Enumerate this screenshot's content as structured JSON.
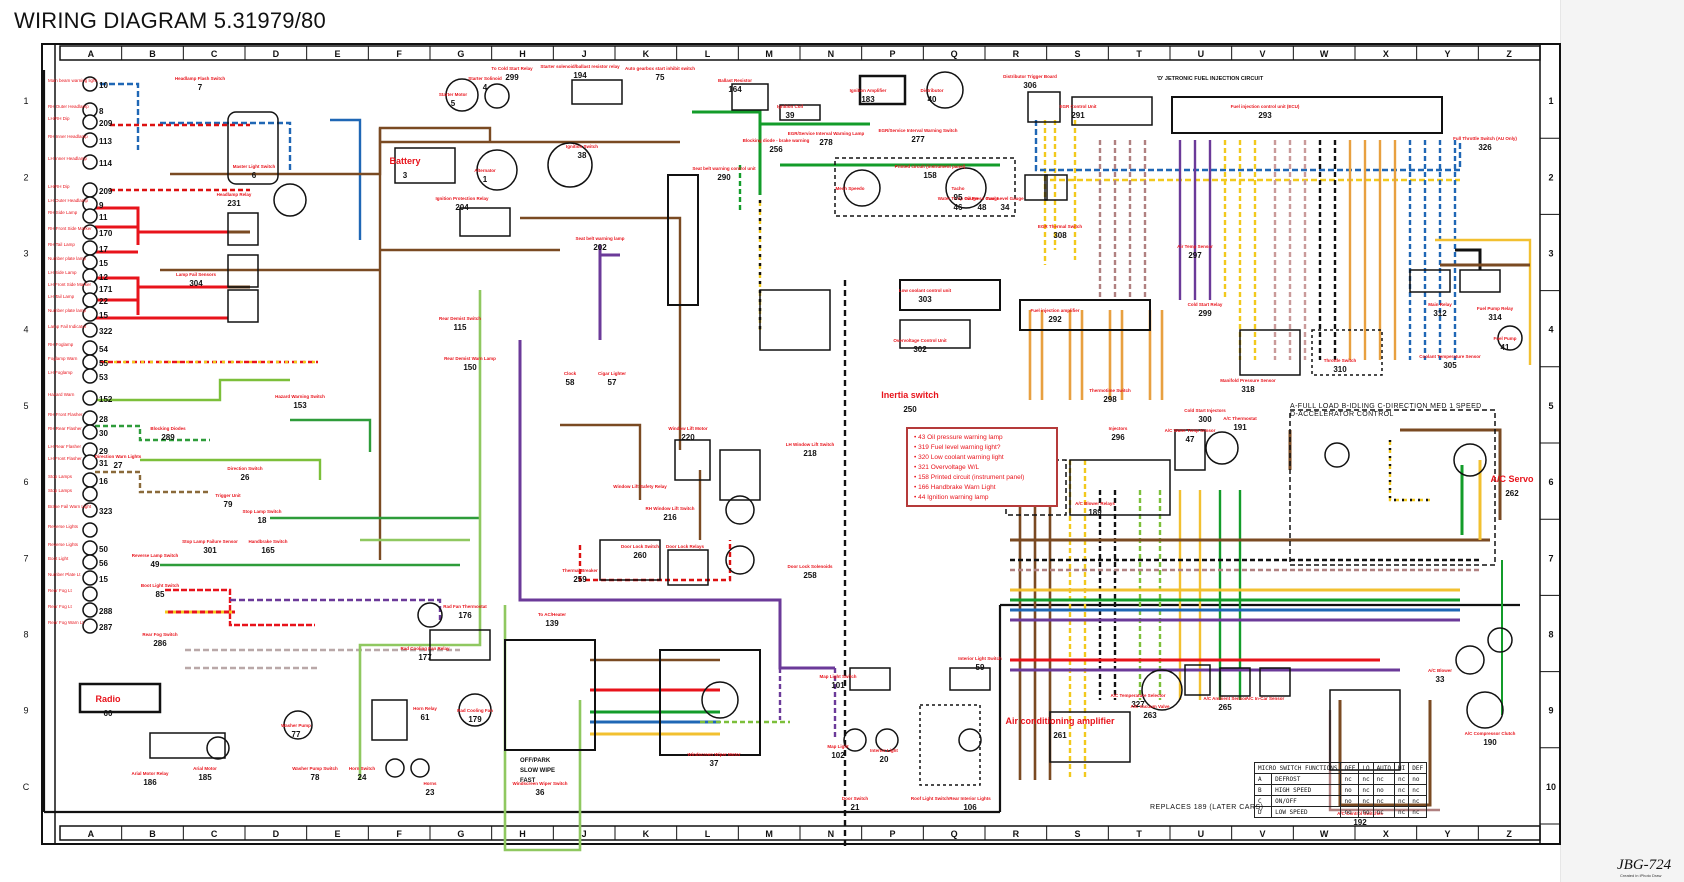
{
  "title": "WIRING DIAGRAM 5.31979/80",
  "grid": {
    "columns": [
      "A",
      "B",
      "C",
      "D",
      "E",
      "F",
      "G",
      "H",
      "J",
      "K",
      "L",
      "M",
      "N",
      "P",
      "Q",
      "R",
      "S",
      "T",
      "U",
      "V",
      "W",
      "X",
      "Y",
      "Z"
    ],
    "rows": [
      "1",
      "2",
      "3",
      "4",
      "5",
      "6",
      "7",
      "8",
      "9",
      "C"
    ],
    "right_rows": [
      "1",
      "2",
      "3",
      "4",
      "5",
      "6",
      "7",
      "8",
      "9",
      "10"
    ]
  },
  "fuel_injection_header": "'D' JETRONIC FUEL INJECTION CIRCUIT",
  "components": {
    "left_lamps": [
      {
        "label": "Main beam warning light",
        "num": "10"
      },
      {
        "label": "RH Outer Headlamp",
        "num": "8"
      },
      {
        "label": "LH/RH Dip",
        "num": "209"
      },
      {
        "label": "RH Inner Headlamp",
        "num": "113"
      },
      {
        "label": "LH Inner Headlamp",
        "num": "114"
      },
      {
        "label": "LH/RH Dip",
        "num": "209"
      },
      {
        "label": "LH Outer Headlamp",
        "num": "9"
      },
      {
        "label": "RH Side Lamp",
        "num": "11"
      },
      {
        "label": "RH Front Side Marker",
        "num": "170"
      },
      {
        "label": "RH Tail Lamp",
        "num": "17"
      },
      {
        "label": "Number plate lamp",
        "num": "15"
      },
      {
        "label": "LH Side Lamp",
        "num": "12"
      },
      {
        "label": "LH Front Side Marker",
        "num": "171"
      },
      {
        "label": "LH Tail Lamp",
        "num": "22"
      },
      {
        "label": "Number plate lamp",
        "num": "15"
      },
      {
        "label": "Lamp Fail Indicator",
        "num": "322"
      },
      {
        "label": "RH Foglamp",
        "num": "54"
      },
      {
        "label": "Foglamp Warn",
        "num": "55"
      },
      {
        "label": "LH Foglamp",
        "num": "53"
      },
      {
        "label": "Hazard Warn",
        "num": "152"
      },
      {
        "label": "RH Front Flasher",
        "num": "28"
      },
      {
        "label": "RH Rear Flasher",
        "num": "30"
      },
      {
        "label": "LH Rear Flasher",
        "num": "29"
      },
      {
        "label": "LH Front Flasher",
        "num": "31"
      },
      {
        "label": "Stop Lamps",
        "num": "16"
      },
      {
        "label": "Stop Lamps",
        "num": ""
      },
      {
        "label": "Brake Fail Warn Light",
        "num": "323"
      },
      {
        "label": "Reverse Lights",
        "num": ""
      },
      {
        "label": "Reverse Lights",
        "num": "50"
      },
      {
        "label": "Boot Light",
        "num": "56"
      },
      {
        "label": "Number Plate Lt",
        "num": "15"
      },
      {
        "label": "Rear Fog Lt",
        "num": ""
      },
      {
        "label": "Rear Fog Lt",
        "num": "288"
      },
      {
        "label": "Rear Fog Warn Lt",
        "num": "287"
      }
    ],
    "red_labels": [
      {
        "text": "Headlamp Flash Switch",
        "num": "7"
      },
      {
        "text": "Headlamp Relay",
        "num": "231"
      },
      {
        "text": "Master Light Switch",
        "num": "6"
      },
      {
        "text": "Lamp Fail Sensors",
        "num": "304"
      },
      {
        "text": "Starter Motor",
        "num": "5"
      },
      {
        "text": "Starter Solinoid",
        "num": "4"
      },
      {
        "text": "Battery",
        "num": "3"
      },
      {
        "text": "Alternator",
        "num": "1"
      },
      {
        "text": "Ignition Switch",
        "num": "38"
      },
      {
        "text": "Ignition Protection Relay",
        "num": "204"
      },
      {
        "text": "To Cold Start Relay",
        "num": "299"
      },
      {
        "text": "Starter solenoid/ballast resistor relay",
        "num": "194"
      },
      {
        "text": "Auto gearbox start inhibit switch",
        "num": "75"
      },
      {
        "text": "Ballast Resistor",
        "num": "164"
      },
      {
        "text": "Ignition Coil",
        "num": "39"
      },
      {
        "text": "Ignition Amplifier",
        "num": "183"
      },
      {
        "text": "Distributor",
        "num": "40"
      },
      {
        "text": "EGR/Service Interval Warning Lamp",
        "num": "278"
      },
      {
        "text": "EGR/Service Interval Warning Switch",
        "num": "277"
      },
      {
        "text": "Blocking diode - brake warning",
        "num": "256"
      },
      {
        "text": "Seat belt warning control unit",
        "num": "290"
      },
      {
        "text": "Printed circuit (instrument panel)",
        "num": "158"
      },
      {
        "text": "Mech Speedo",
        "num": ""
      },
      {
        "text": "Water Temp Gauge",
        "num": "46"
      },
      {
        "text": "Oil Press Gauge",
        "num": "48"
      },
      {
        "text": "Fuel Level Gauge",
        "num": "34"
      },
      {
        "text": "Tacho",
        "num": "95"
      },
      {
        "text": "Low coolant control unit",
        "num": "303"
      },
      {
        "text": "Overvoltage Control Unit",
        "num": "302"
      },
      {
        "text": "Inertia switch",
        "num": "250"
      },
      {
        "text": "Seat belt warning lamp",
        "num": "202"
      },
      {
        "text": "Clock",
        "num": "58"
      },
      {
        "text": "Cigar Lighter",
        "num": "57"
      },
      {
        "text": "Rear Demist Switch",
        "num": "115"
      },
      {
        "text": "Rear Demist Warn Lamp",
        "num": "150"
      },
      {
        "text": "Hazard Warning Switch",
        "num": "153"
      },
      {
        "text": "Direction Warn Lights",
        "num": "27"
      },
      {
        "text": "Blocking Diodes",
        "num": "289"
      },
      {
        "text": "Direction Switch",
        "num": "26"
      },
      {
        "text": "Trigger Unit",
        "num": "79"
      },
      {
        "text": "Stop Lamp Switch",
        "num": "18"
      },
      {
        "text": "Stop Lamp Failure Sensor",
        "num": "301"
      },
      {
        "text": "Handbrake Switch",
        "num": "165"
      },
      {
        "text": "Reverse Lamp Switch",
        "num": "49"
      },
      {
        "text": "Boot Light Switch",
        "num": "85"
      },
      {
        "text": "Rear Fog Switch",
        "num": "286"
      },
      {
        "text": "Radio",
        "num": "60"
      },
      {
        "text": "Arial Motor Relay",
        "num": "186"
      },
      {
        "text": "Arial Motor",
        "num": "185"
      },
      {
        "text": "Washer Pump",
        "num": "77"
      },
      {
        "text": "Washer Pump Switch",
        "num": "78"
      },
      {
        "text": "Horn Relay",
        "num": "61"
      },
      {
        "text": "Horn Switch",
        "num": "24"
      },
      {
        "text": "Horns",
        "num": "23"
      },
      {
        "text": "Rad Fan Thermostat",
        "num": "176"
      },
      {
        "text": "Rad Cooling Fan Relay",
        "num": "177"
      },
      {
        "text": "Rad Cooling Fan",
        "num": "179"
      },
      {
        "text": "To AC/Heater",
        "num": "139"
      },
      {
        "text": "Thermal Breaker",
        "num": "259"
      },
      {
        "text": "Door Lock Switch",
        "num": "260"
      },
      {
        "text": "Door Lock Relays",
        "num": ""
      },
      {
        "text": "Door Lock Solenoids",
        "num": "258"
      },
      {
        "text": "Window Lift Motor",
        "num": "220"
      },
      {
        "text": "LH Window Lift Switch",
        "num": "218"
      },
      {
        "text": "Window Lift Safety Relay",
        "num": ""
      },
      {
        "text": "RH Window Lift Switch",
        "num": "216"
      },
      {
        "text": "Windscreen Wiper Switch",
        "num": "36"
      },
      {
        "text": "Windscreen Wiper Motor",
        "num": "37"
      },
      {
        "text": "Map Light Switch",
        "num": "101"
      },
      {
        "text": "Interior Light Switch",
        "num": "59"
      },
      {
        "text": "Map Light",
        "num": "102"
      },
      {
        "text": "Interior Light",
        "num": "20"
      },
      {
        "text": "Door Switch",
        "num": "21"
      },
      {
        "text": "Roof Light Switch",
        "num": ""
      },
      {
        "text": "Rear Interior Lights",
        "num": "106"
      },
      {
        "text": "Distributor Trigger Board",
        "num": "306"
      },
      {
        "text": "EGR Control Unit",
        "num": "291"
      },
      {
        "text": "Fuel injection control unit (ECU)",
        "num": "293"
      },
      {
        "text": "Full Throttle Switch (AU Only)",
        "num": "326"
      },
      {
        "text": "Fuel injection amplifier",
        "num": "292"
      },
      {
        "text": "Thermotime Switch",
        "num": "298"
      },
      {
        "text": "Cold Start Relay",
        "num": "299"
      },
      {
        "text": "Cold Start Injectors",
        "num": "300"
      },
      {
        "text": "Manifold Pressure Sensor",
        "num": "318"
      },
      {
        "text": "Throttle Switch",
        "num": "310"
      },
      {
        "text": "Main Relay",
        "num": "312"
      },
      {
        "text": "Fuel Pump Relay",
        "num": "314"
      },
      {
        "text": "Fuel Pump",
        "num": "41"
      },
      {
        "text": "Coolant Temperature Sensor",
        "num": "305"
      },
      {
        "text": "Air Temp Sensor",
        "num": "297"
      },
      {
        "text": "EGR Thermal Switch",
        "num": "308"
      },
      {
        "text": "Injectors",
        "num": "296"
      },
      {
        "text": "A/C Water Temp Sensor",
        "num": "47"
      },
      {
        "text": "A/C Thermostat",
        "num": "191"
      },
      {
        "text": "A/C Servo",
        "num": "262"
      },
      {
        "text": "A/C Blower Relays",
        "num": "189"
      },
      {
        "text": "Air conditioning amplifier",
        "num": "261"
      },
      {
        "text": "A/C Temperature Selector",
        "num": "327"
      },
      {
        "text": "A/C Vacuum Valve",
        "num": "263"
      },
      {
        "text": "A/C Ambient Sensor",
        "num": "265"
      },
      {
        "text": "A/C In-Car Sensor",
        "num": ""
      },
      {
        "text": "A/C Blower",
        "num": "33"
      },
      {
        "text": "A/C Compressor Clutch",
        "num": "190"
      },
      {
        "text": "A/C Control Switches",
        "num": "192"
      }
    ]
  },
  "legend_note": {
    "items": [
      "43   Oil pressure warning lamp",
      "319  Fuel level warning light?",
      "320  Low coolant warning light",
      "321  Overvoltage W/L",
      "158  Printed circuit (instrument panel)",
      "166  Handbrake Warn Light",
      "44   Ignition warning lamp"
    ]
  },
  "servo_note": {
    "line1": "A-FULL LOAD  B-IDLING  C-DIRECTION   MED 1 SPEED",
    "line2": "D-ACCELERATOR CONTROL"
  },
  "wiper_switch_positions": [
    "OFF/PARK",
    "SLOW WIPE",
    "FAST"
  ],
  "micro_switch_table": {
    "header": [
      "MICRO SWITCH FUNCTIONS",
      "OFF",
      "LO",
      "AUTO",
      "HI",
      "DEF"
    ],
    "rows": [
      [
        "A",
        "DEFROST",
        "nc",
        "nc",
        "nc",
        "nc",
        "no"
      ],
      [
        "B",
        "HIGH SPEED",
        "no",
        "nc",
        "no",
        "nc",
        "nc"
      ],
      [
        "C",
        "ON/OFF",
        "no",
        "nc",
        "nc",
        "nc",
        "nc"
      ],
      [
        "D",
        "LOW SPEED",
        "no",
        "no",
        "nc",
        "nc",
        "nc"
      ]
    ]
  },
  "replaces_note": "REPLACES 189 (LATER CARS)",
  "doc_code": "JBG-724",
  "doc_code_sub": "Created in iPhoto Draw"
}
